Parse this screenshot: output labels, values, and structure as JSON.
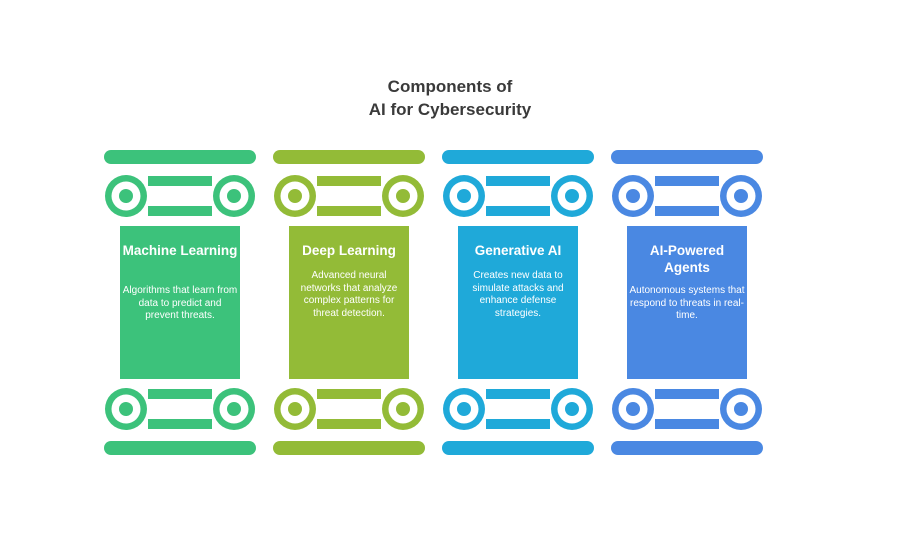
{
  "title": {
    "line1": "Components of",
    "line2": "AI for Cybersecurity"
  },
  "columns": [
    {
      "heading": "Machine Learning",
      "description": "Algorithms that learn from data to predict and prevent threats.",
      "color": "#3cc27b"
    },
    {
      "heading": "Deep Learning",
      "description": "Advanced neural networks that analyze complex patterns for threat detection.",
      "color": "#93bb37"
    },
    {
      "heading": "Generative AI",
      "description": "Creates new data to simulate attacks and enhance defense strategies.",
      "color": "#1fa9d9"
    },
    {
      "heading": "AI-Powered Agents",
      "description": "Autonomous systems that respond to threats in real-time.",
      "color": "#4a88e2"
    }
  ]
}
